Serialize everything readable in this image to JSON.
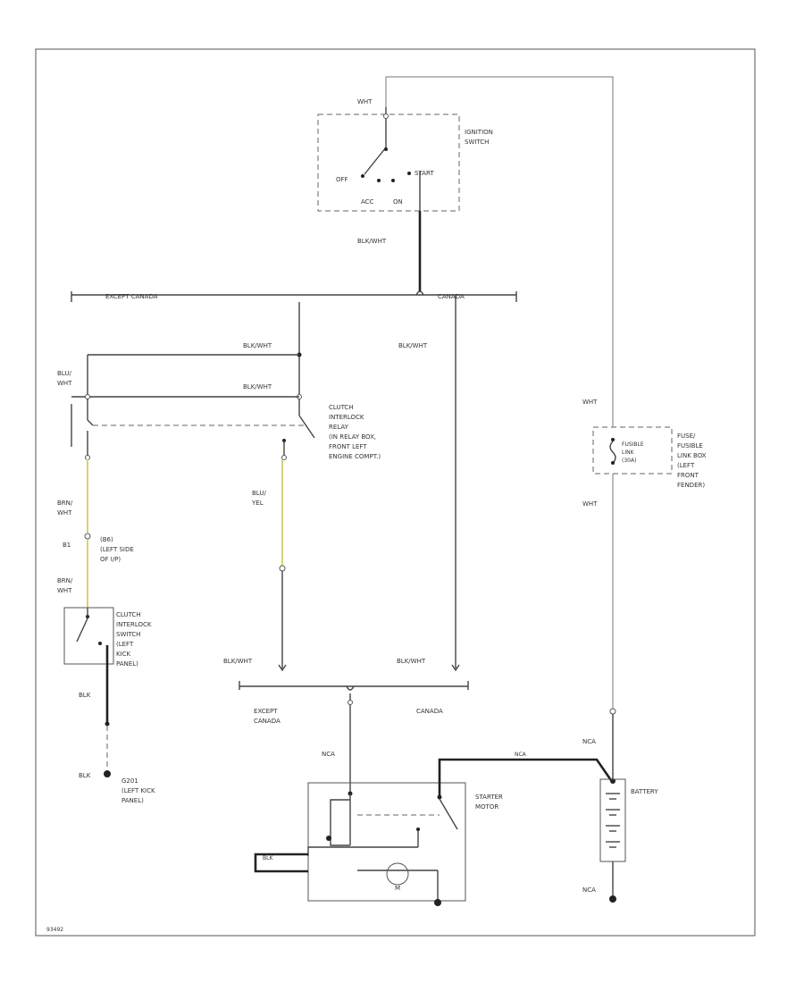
{
  "ignition_switch": {
    "title": [
      "IGNITION",
      "SWITCH"
    ],
    "wire_in": "WHT",
    "pos_off": "OFF",
    "pos_acc": "ACC",
    "pos_on": "ON",
    "pos_start": "START",
    "wire_out": "BLK/WHT"
  },
  "bus_top": {
    "except_canada": "EXCEPT CANADA",
    "canada": "CANADA"
  },
  "wires": {
    "blk_wht_1": "BLK/WHT",
    "blk_wht_2": "BLK/WHT",
    "blk_wht_canada": "BLK/WHT",
    "blk_wht_3": "BLK/WHT",
    "blk_wht_4": "BLK/WHT",
    "blu_wht": [
      "BLU/",
      "WHT"
    ],
    "brn_wht_1": [
      "BRN/",
      "WHT"
    ],
    "brn_wht_2": [
      "BRN/",
      "WHT"
    ],
    "blu_yel": [
      "BLU/",
      "YEL"
    ],
    "blk_1": "BLK",
    "blk_2": "BLK",
    "wht_1": "WHT",
    "wht_2": "WHT",
    "nca_1": "NCA",
    "nca_2": "NCA",
    "nca_3": "NCA",
    "nca_wire": "NCA",
    "blk_motor": "BLK"
  },
  "clutch_relay": {
    "title": [
      "CLUTCH",
      "INTERLOCK",
      "RELAY",
      "(IN RELAY BOX,",
      "FRONT LEFT",
      "ENGINE COMPT.)"
    ]
  },
  "connector_b1": {
    "id": "B1",
    "title": [
      "(B6)",
      "(LEFT SIDE",
      "OF I/P)"
    ]
  },
  "clutch_switch": {
    "title": [
      "CLUTCH",
      "INTERLOCK",
      "SWITCH",
      "(LEFT",
      "KICK",
      "PANEL)"
    ]
  },
  "ground": {
    "id": "G201",
    "title": [
      "G201",
      "(LEFT KICK",
      "PANEL)"
    ]
  },
  "fuse": {
    "title": [
      "FUSE/",
      "FUSIBLE",
      "LINK BOX",
      "(LEFT",
      "FRONT",
      "FENDER)"
    ],
    "label": [
      "FUSIBLE",
      "LINK",
      "(30A)"
    ]
  },
  "bus_bottom": {
    "except_canada": [
      "EXCEPT",
      "CANADA"
    ],
    "canada": "CANADA"
  },
  "starter": {
    "title": [
      "STARTER",
      "MOTOR"
    ],
    "motor": "M"
  },
  "battery": {
    "title": "BATTERY"
  },
  "footer": {
    "code": "93492"
  }
}
